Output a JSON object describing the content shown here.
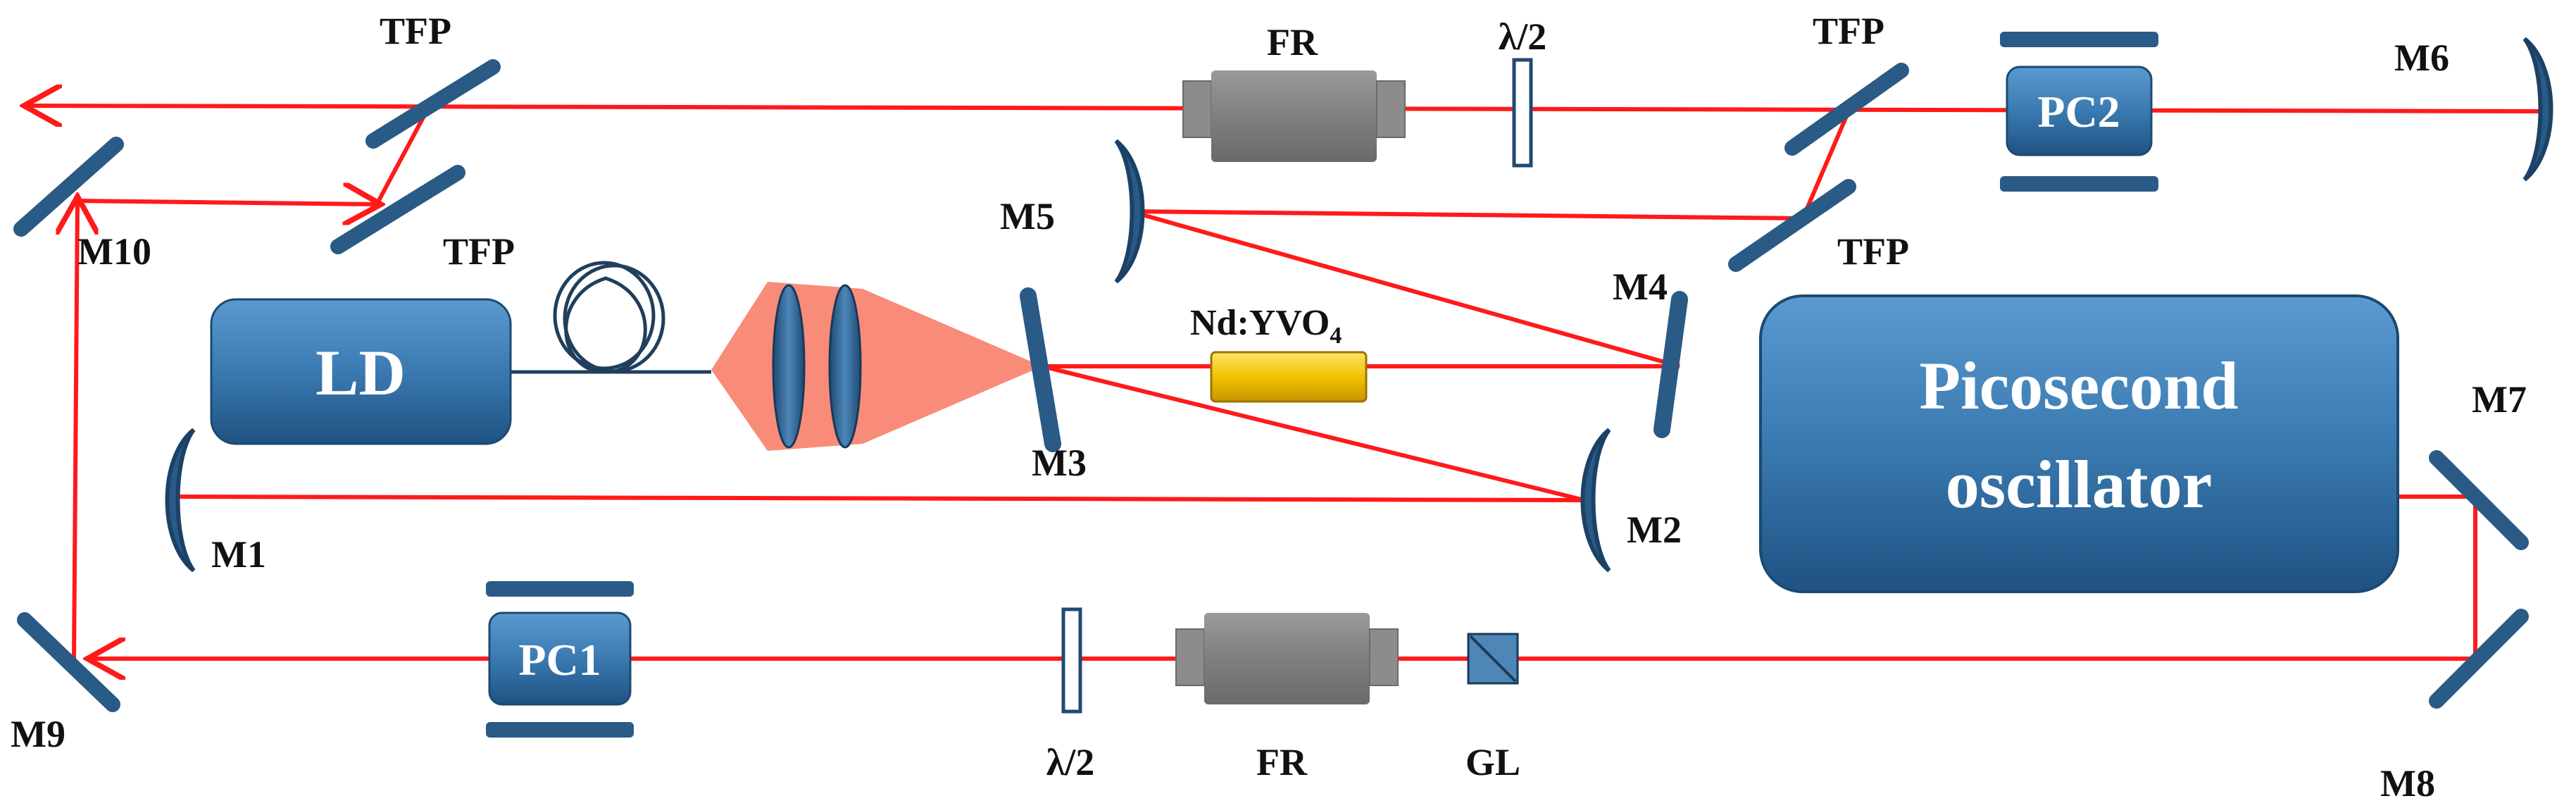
{
  "labels": {
    "tfp_top_left": "TFP",
    "tfp_mid_left": "TFP",
    "tfp_top_right": "TFP",
    "tfp_mid_right": "TFP",
    "fr_top": "FR",
    "fr_bottom": "FR",
    "hwp_top": "λ/2",
    "hwp_bottom": "λ/2",
    "gl": "GL",
    "m1": "M1",
    "m2": "M2",
    "m3": "M3",
    "m4": "M4",
    "m5": "M5",
    "m6": "M6",
    "m7": "M7",
    "m8": "M8",
    "m9": "M9",
    "m10": "M10",
    "crystal": "Nd:YVO",
    "crystal_sub": "4",
    "ld": "LD",
    "pc1": "PC1",
    "pc2": "PC2",
    "oscillator_line1": "Picosecond",
    "oscillator_line2": "oscillator"
  },
  "colors": {
    "beam": "#ff1a1a",
    "optic_blue": "#2f5f8a",
    "box_blue": "#3a7ab0",
    "faraday_gray": "#808080",
    "crystal_yellow": "#f0c000",
    "pump_cone": "#f7806a"
  }
}
